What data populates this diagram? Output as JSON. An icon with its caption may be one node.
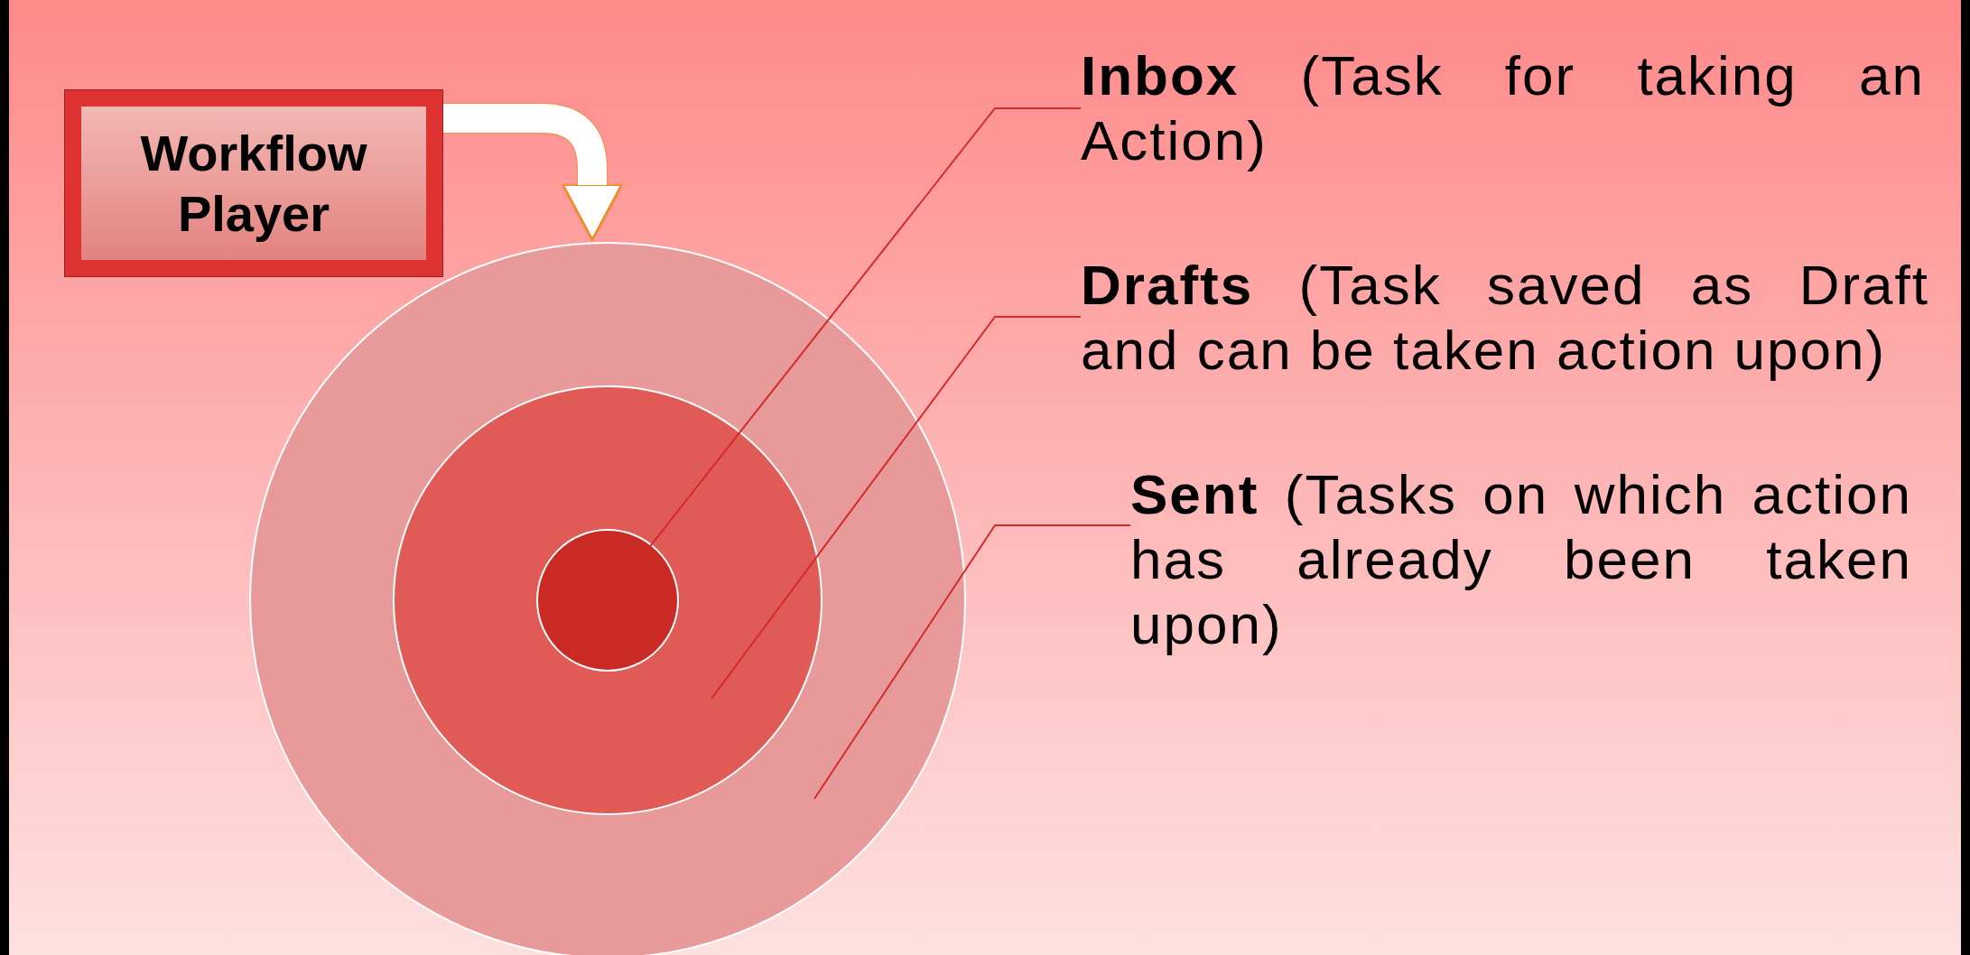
{
  "diagram": {
    "nodes": [
      {
        "text": [
          "Workflow Player"
        ]
      },
      {
        "text": [],
        "shape": "circle"
      },
      {
        "text": [],
        "shape": "circle",
        "in": 1
      },
      {
        "text": [],
        "shape": "circle",
        "in": 2
      },
      {
        "text": [
          "**Inbox** (Task for taking an Action)"
        ]
      },
      {
        "text": [
          "**Drafts** (Task saved as Draft and can be taken action upon)"
        ]
      },
      {
        "text": [
          "**Sent** (Tasks on which action has already been taken upon)"
        ]
      }
    ],
    "edges": [
      {
        "from": 0,
        "to": 1,
        "arrow": "to",
        "style": "thick",
        "color": "#ffffff"
      },
      {
        "from": 4,
        "to": 3,
        "arrow": "none"
      },
      {
        "from": 5,
        "to": 2,
        "arrow": "none"
      },
      {
        "from": 6,
        "to": 1,
        "arrow": "none"
      }
    ]
  }
}
